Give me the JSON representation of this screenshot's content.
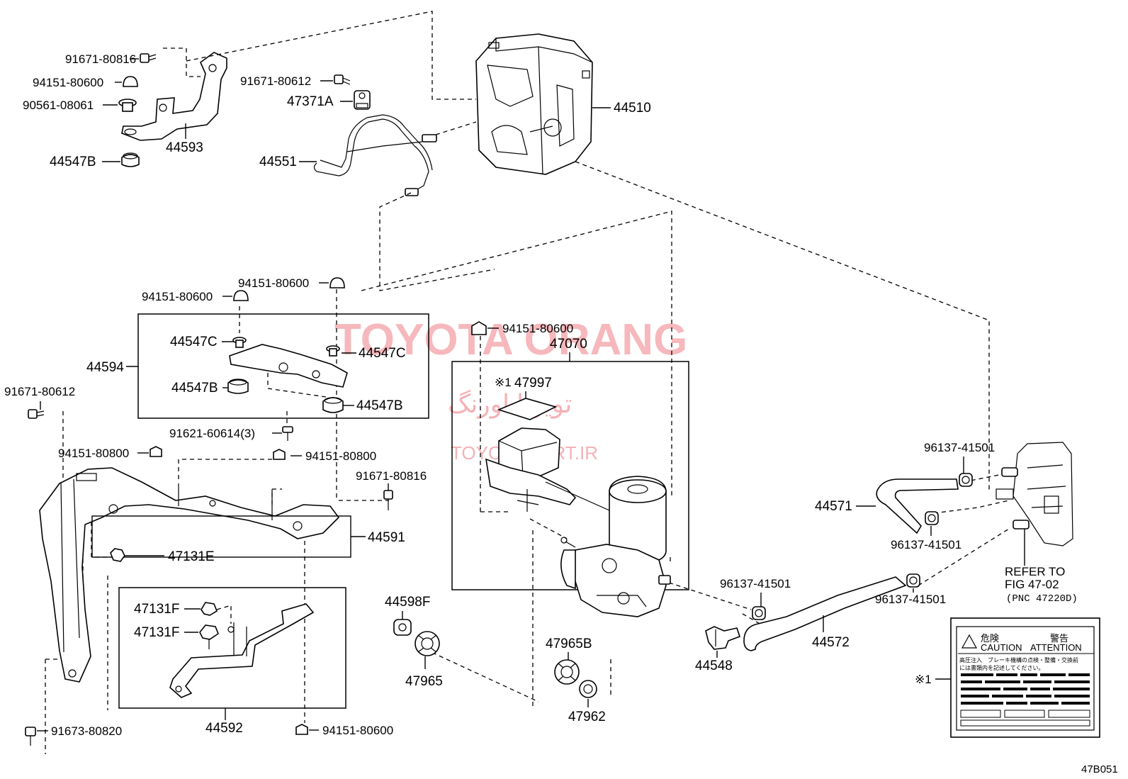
{
  "diagram_code": "47B051",
  "watermark": {
    "line1": "TOYOTA ORANG",
    "line2": "تویوتا اورنگ",
    "line3": "TOYOTAMART.IR"
  },
  "labels": {
    "p91671_80816_top": "91671-80816",
    "p94151_80600_top": "94151-80600",
    "p90561_08061": "90561-08061",
    "p44547B_top": "44547B",
    "p44593": "44593",
    "p91671_80612_top": "91671-80612",
    "p47371A": "47371A",
    "p44551": "44551",
    "p44510": "44510",
    "p94151_80600_mid1": "94151-80600",
    "p94151_80600_mid2": "94151-80600",
    "p44594": "44594",
    "p44547C_left": "44547C",
    "p44547C_right": "44547C",
    "p44547B_left": "44547B",
    "p44547B_right": "44547B",
    "p91671_80612_left": "91671-80612",
    "p91621_60614": "91621-60614(3)",
    "p94151_80800_left": "94151-80800",
    "p94151_80800_right": "94151-80800",
    "p91671_80816_mid": "91671-80816",
    "p44591": "44591",
    "p47131E": "47131E",
    "p47131F_a": "47131F",
    "p47131F_b": "47131F",
    "p44592": "44592",
    "p91673_80820": "91673-80820",
    "p94151_80600_bottom": "94151-80600",
    "p94151_80600_center": "94151-80600",
    "p47070": "47070",
    "p47997_mark": "※1",
    "p47997": "47997",
    "p44598F": "44598F",
    "p47965": "47965",
    "p47965B": "47965B",
    "p47962": "47962",
    "p96137_41501_a": "96137-41501",
    "p96137_41501_b": "96137-41501",
    "p96137_41501_c": "96137-41501",
    "p96137_41501_d": "96137-41501",
    "p44571": "44571",
    "p44572": "44572",
    "p44548": "44548",
    "refer_line1": "REFER TO",
    "refer_line2": "FIG 47-02",
    "refer_line3": "(PNC 47220D)",
    "note_mark": "※1"
  },
  "caution_label": {
    "kanji_left": "危険",
    "kanji_right": "警告",
    "word_caution": "CAUTION",
    "word_attention": "ATTENTION",
    "jp_line1": "高圧注入　ブレーキ機構の点検・整備・交換前",
    "jp_line2": "には書類内を記述してください。"
  }
}
